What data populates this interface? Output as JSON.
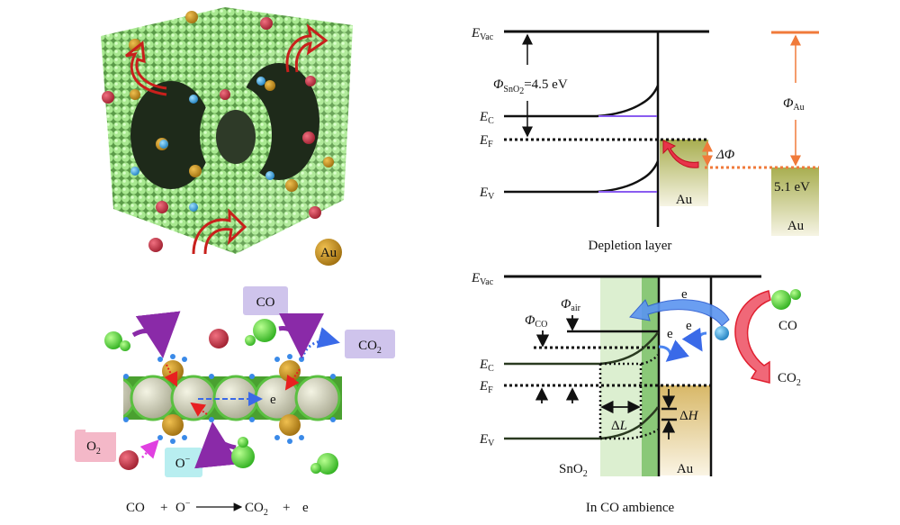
{
  "cube_panel": {
    "au_label": "Au"
  },
  "reaction_panel": {
    "co_label": "CO",
    "co2_label": {
      "main": "CO",
      "sub": "2"
    },
    "o2_label": {
      "main": "O",
      "sub": "2"
    },
    "o_minus_label": {
      "main": "O",
      "sup": "−"
    },
    "electron_label": "e",
    "equation": {
      "a": "CO",
      "plus1": "+",
      "b": "O",
      "b_sup": "−",
      "c": "CO",
      "c_sub": "2",
      "plus2": "+",
      "d": "e"
    }
  },
  "depletion_panel": {
    "evac": {
      "main": "E",
      "sub": "Vac"
    },
    "ec": {
      "main": "E",
      "sub": "C"
    },
    "ef": {
      "main": "E",
      "sub": "F"
    },
    "ev": {
      "main": "E",
      "sub": "V"
    },
    "phi_sno2": {
      "main": "Φ",
      "sub": "SnO",
      "sub2": "2",
      "rest": "=4.5 eV"
    },
    "delta_phi": "ΔΦ",
    "phi_au": {
      "main": "Φ",
      "sub": "Au"
    },
    "au_value": "5.1 eV",
    "au_label_left": "Au",
    "au_label_right": "Au",
    "caption": "Depletion layer"
  },
  "co_panel": {
    "evac": {
      "main": "E",
      "sub": "Vac"
    },
    "ec": {
      "main": "E",
      "sub": "C"
    },
    "ef": {
      "main": "E",
      "sub": "F"
    },
    "ev": {
      "main": "E",
      "sub": "V"
    },
    "phi_air": {
      "main": "Φ",
      "sub": "air"
    },
    "phi_co": {
      "main": "Φ",
      "sub": "CO"
    },
    "delta_l": {
      "d": "Δ",
      "v": "L"
    },
    "delta_h": {
      "d": "Δ",
      "v": "H"
    },
    "e1": "e",
    "e2": "e",
    "e3": "e",
    "co_label": "CO",
    "co2_label": {
      "main": "CO",
      "sub": "2"
    },
    "sno2_label": {
      "main": "SnO",
      "sub": "2"
    },
    "au_label": "Au",
    "caption": "In CO ambience"
  },
  "colors": {
    "orange": "#f07a3a",
    "purple": "#8a5cf0",
    "au": "#b8b860",
    "green": "#8fd878",
    "red": "#e8344a",
    "blue": "#3a7ae0"
  }
}
